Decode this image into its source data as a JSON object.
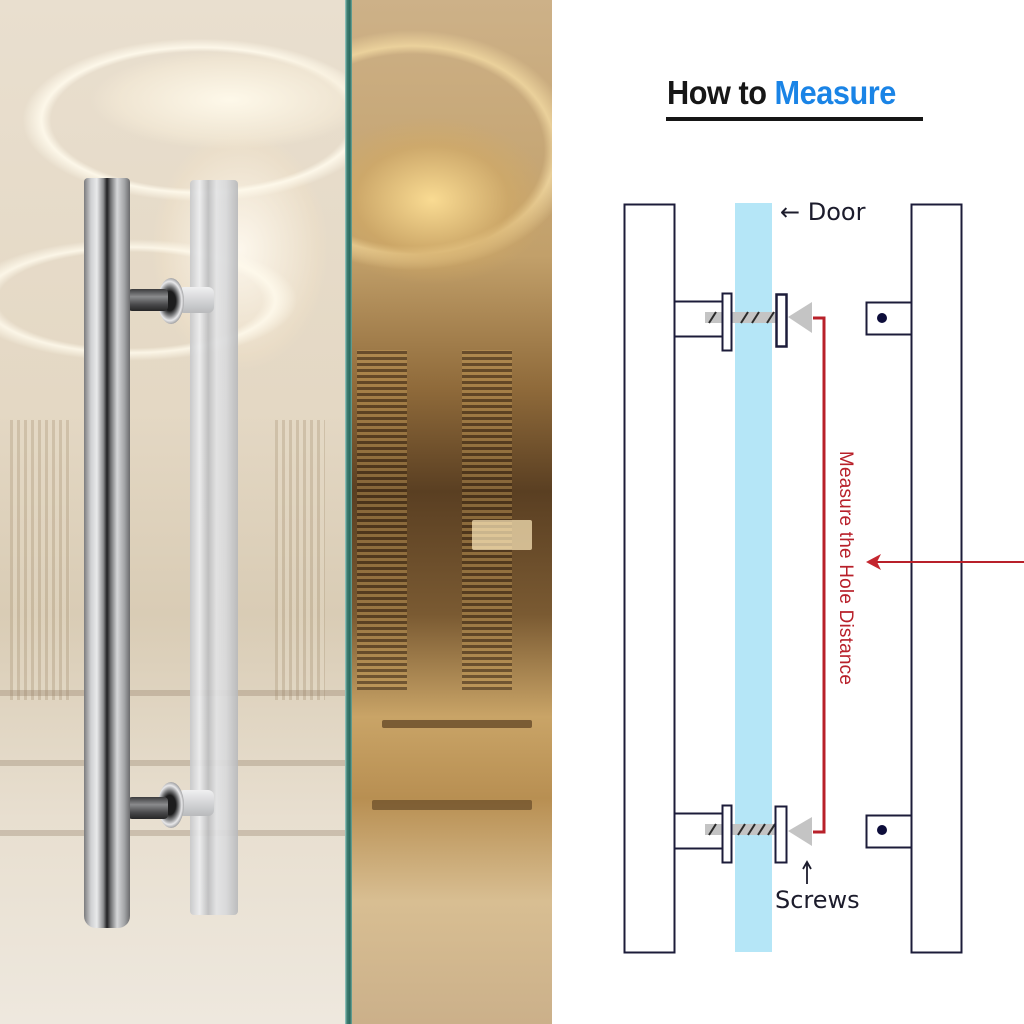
{
  "photo": {
    "description": "Stainless steel H-shaped glass door pull handle mounted on glass door in luxury hotel lobby",
    "colors": {
      "steel_light": "#e9eaeb",
      "steel_dark": "#202022",
      "glass_edge": "#2c6a5f",
      "lobby_warm": "#c2a06a"
    }
  },
  "header": {
    "title_part1": "How to",
    "title_part2": "Measure",
    "colors": {
      "title_black": "#161616",
      "title_blue": "#1a84e6"
    }
  },
  "diagram": {
    "door_label": "← Door",
    "screws_label": "Screws",
    "screws_arrow": "↑",
    "measure_label": "Measure the Hole Distance",
    "colors": {
      "outline": "#1c1c3a",
      "door_glass": "#b5e6f7",
      "screw_gray": "#c4c4c4",
      "measure_red": "#b8202a",
      "dot": "#0d0d3a"
    }
  }
}
